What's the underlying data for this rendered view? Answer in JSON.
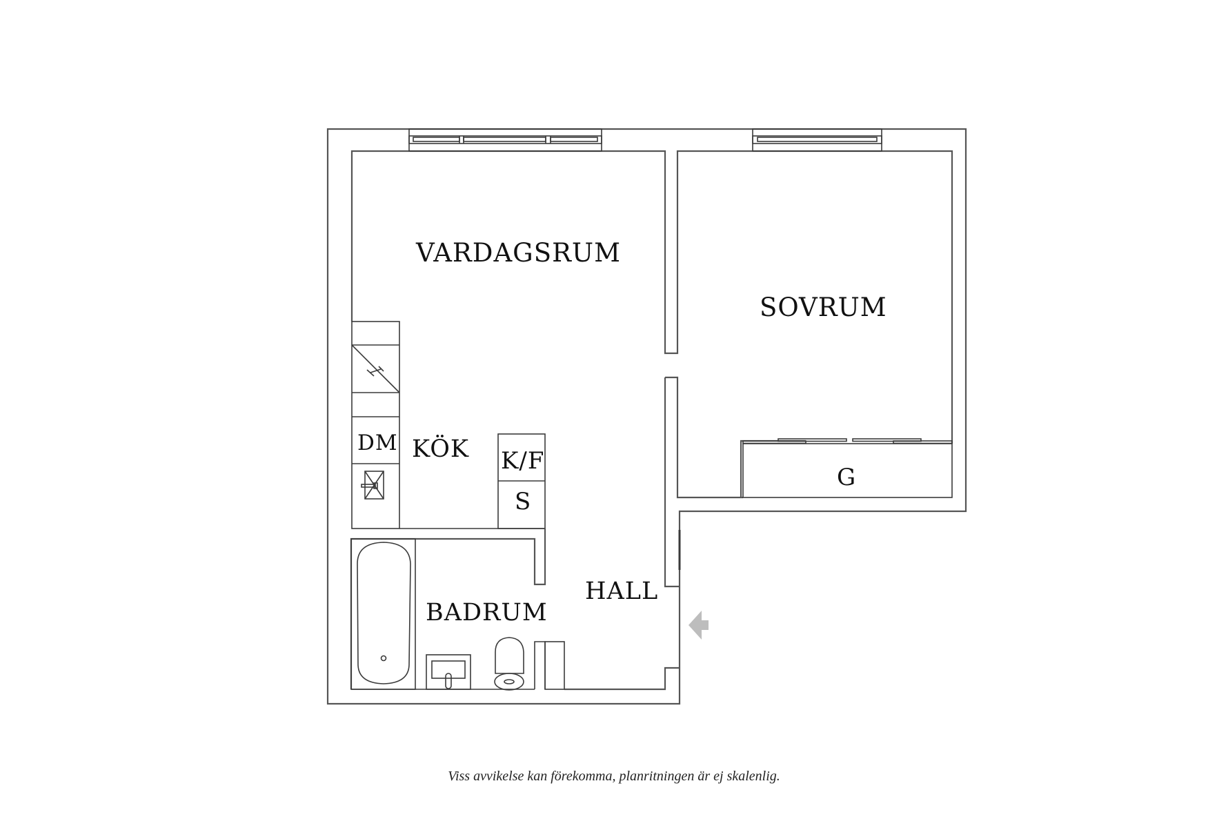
{
  "plan": {
    "rooms": {
      "living_room": "VARDAGSRUM",
      "bedroom": "SOVRUM",
      "kitchen": "KÖK",
      "bathroom": "BADRUM",
      "hall": "HALL"
    },
    "fixtures": {
      "dishwasher": "DM",
      "fridge_freezer": "K/F",
      "storage": "S",
      "wardrobe": "G"
    },
    "entrance_arrow_color": "#bdbdbd",
    "wall_color": "#555555"
  },
  "footer": {
    "disclaimer": "Viss avvikelse kan förekomma, planritningen är ej skalenlig."
  }
}
